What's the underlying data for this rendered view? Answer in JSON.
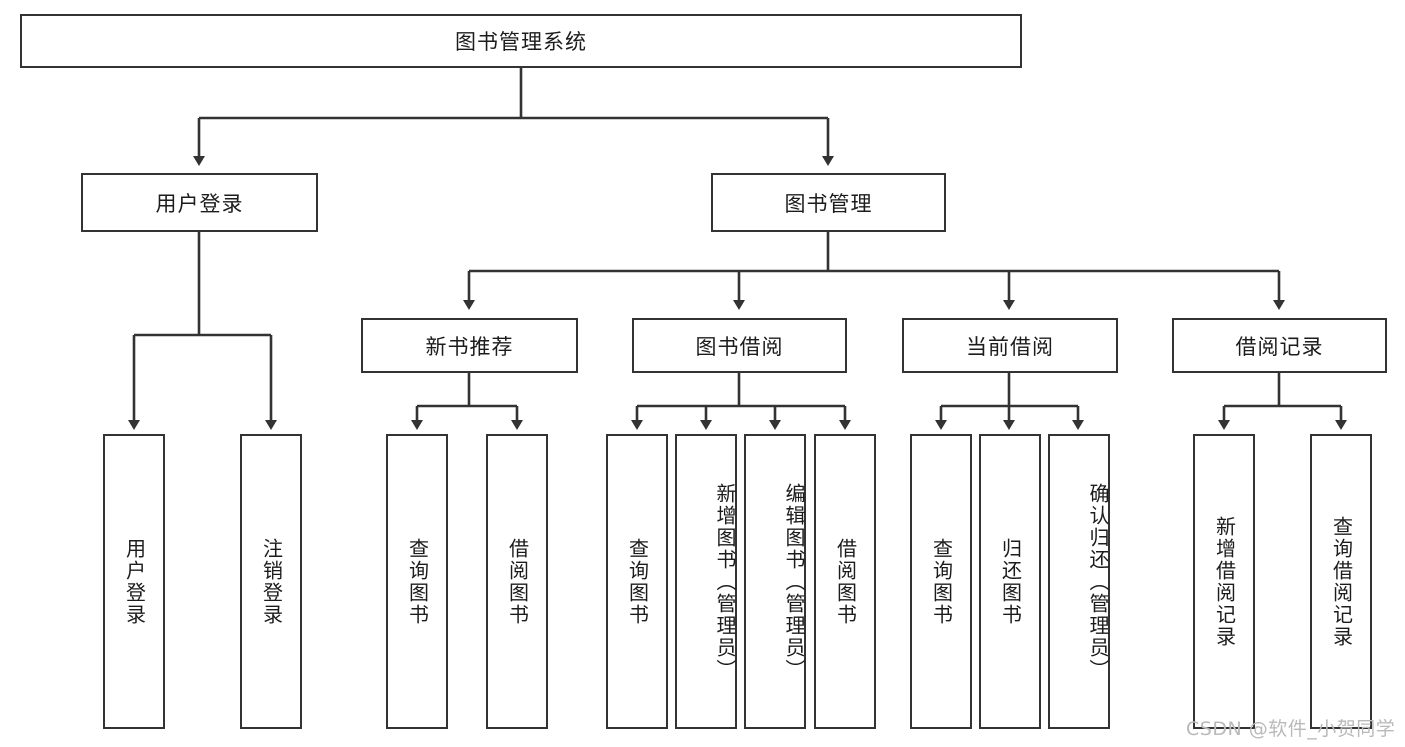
{
  "diagram": {
    "title": "图书管理系统",
    "type": "hierarchy-tree",
    "watermark": "CSDN @软件_小贺同学",
    "colors": {
      "stroke": "#333333",
      "fill": "#ffffff",
      "text": "#1c1c1c",
      "watermark": "#b9b9b9"
    },
    "levels": {
      "root": {
        "label": "图书管理系统"
      },
      "level1": [
        {
          "label": "用户登录"
        },
        {
          "label": "图书管理"
        }
      ],
      "level2": [
        {
          "label": "新书推荐"
        },
        {
          "label": "图书借阅"
        },
        {
          "label": "当前借阅"
        },
        {
          "label": "借阅记录"
        }
      ],
      "leaves": {
        "user_login": [
          {
            "label": "用户登录"
          },
          {
            "label": "注销登录"
          }
        ],
        "new_book_recommend": [
          {
            "label": "查询图书"
          },
          {
            "label": "借阅图书"
          }
        ],
        "book_borrow": [
          {
            "label": "查询图书"
          },
          {
            "label": "新增图书（管理员）"
          },
          {
            "label": "编辑图书（管理员）"
          },
          {
            "label": "借阅图书"
          }
        ],
        "current_borrow": [
          {
            "label": "查询图书"
          },
          {
            "label": "归还图书"
          },
          {
            "label": "确认归还（管理员）"
          }
        ],
        "borrow_records": [
          {
            "label": "新增借阅记录"
          },
          {
            "label": "查询借阅记录"
          }
        ]
      }
    }
  }
}
